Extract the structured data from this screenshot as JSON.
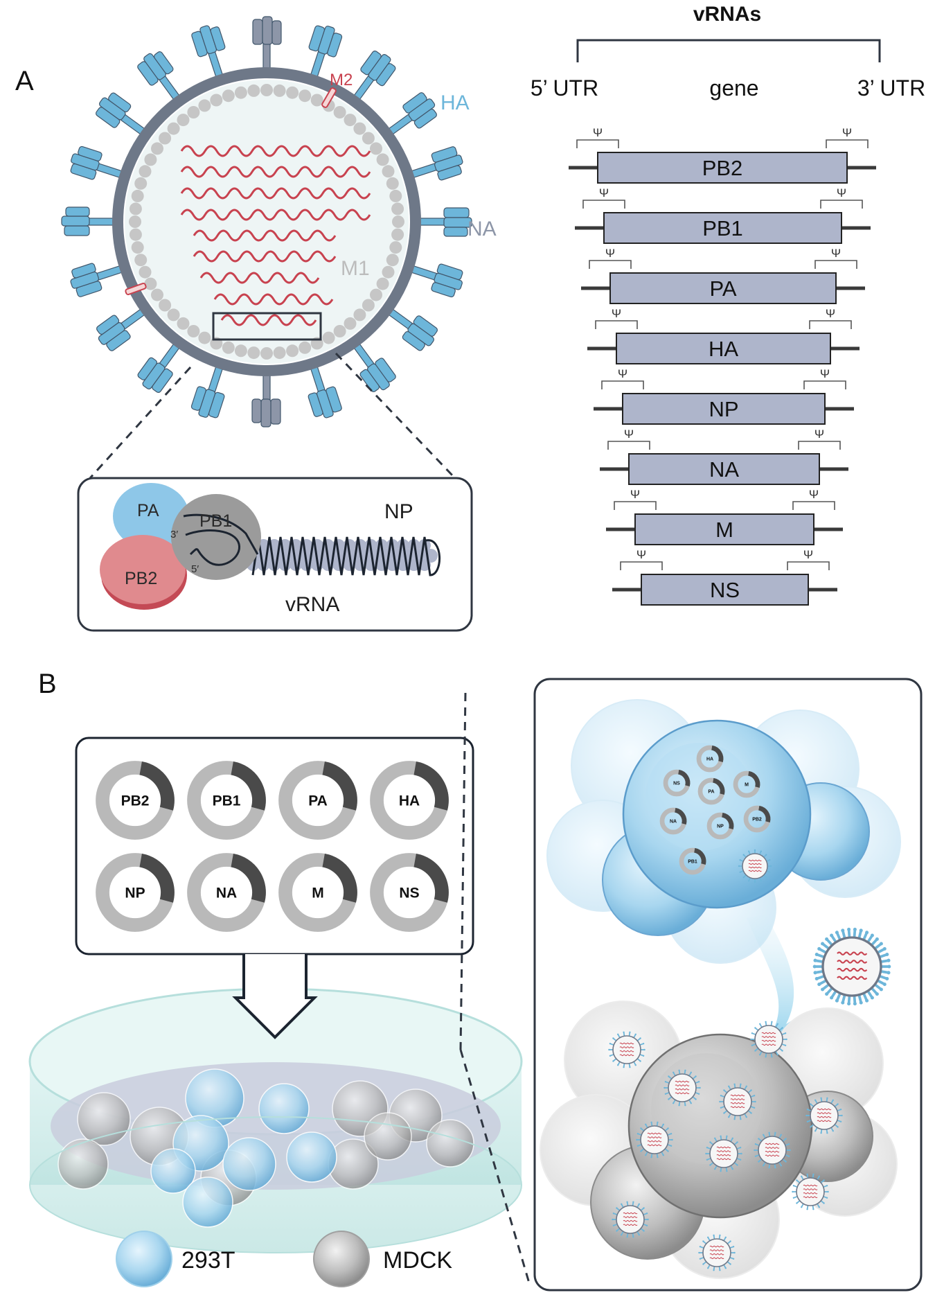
{
  "panel_a": {
    "letter": "A",
    "virion_labels": {
      "m2": "M2",
      "ha": "HA",
      "na": "NA",
      "m1": "M1"
    },
    "rnp_labels": {
      "pa": "PA",
      "pb1": "PB1",
      "pb2": "PB2",
      "np": "NP",
      "vrna": "vRNA",
      "end3": "3′",
      "end5": "5′"
    },
    "vrnas": {
      "title": "vRNAs",
      "utr5": "5’ UTR",
      "gene": "gene",
      "utr3": "3’ UTR",
      "psi": "Ψ",
      "segments": [
        "PB2",
        "PB1",
        "PA",
        "HA",
        "NP",
        "NA",
        "M",
        "NS"
      ]
    }
  },
  "panel_b": {
    "letter": "B",
    "plasmids": [
      "PB2",
      "PB1",
      "PA",
      "HA",
      "NP",
      "NA",
      "M",
      "NS"
    ],
    "legend": [
      {
        "label": "293T",
        "color": "#a8d8ee"
      },
      {
        "label": "MDCK",
        "color": "#b4b4b4"
      }
    ]
  },
  "colors": {
    "ha_blue": "#6db6da",
    "na_grey": "#8d96a8",
    "m1_grey": "#c6c6c6",
    "rna_red": "#c8424f",
    "segment_fill": "#aeb5cb",
    "frame": "#2f3641"
  }
}
